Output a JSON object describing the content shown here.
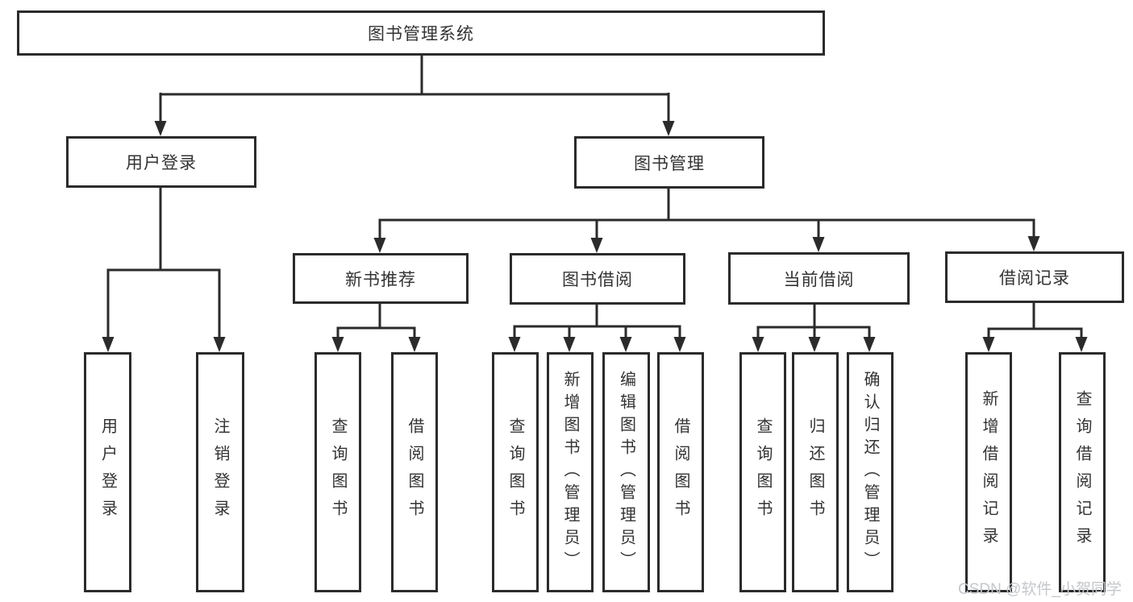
{
  "diagram": {
    "tree": {
      "label": "图书管理系统",
      "children": [
        {
          "label": "用户登录",
          "children": [
            {
              "label": "用户登录"
            },
            {
              "label": "注销登录"
            }
          ]
        },
        {
          "label": "图书管理",
          "children": [
            {
              "label": "新书推荐",
              "children": [
                {
                  "label": "查询图书"
                },
                {
                  "label": "借阅图书"
                }
              ]
            },
            {
              "label": "图书借阅",
              "children": [
                {
                  "label": "查询图书"
                },
                {
                  "label": "新增图书（管理员）"
                },
                {
                  "label": "编辑图书（管理员）"
                },
                {
                  "label": "借阅图书"
                }
              ]
            },
            {
              "label": "当前借阅",
              "children": [
                {
                  "label": "查询图书"
                },
                {
                  "label": "归还图书"
                },
                {
                  "label": "确认归还（管理员）"
                }
              ]
            },
            {
              "label": "借阅记录",
              "children": [
                {
                  "label": "新增借阅记录"
                },
                {
                  "label": "查询借阅记录"
                }
              ]
            }
          ]
        }
      ]
    }
  },
  "watermark": {
    "text": "CSDN @软件_小贺同学"
  },
  "colors": {
    "line": "#2b2b2b",
    "text": "#333333",
    "watermark": "#c4c7cb",
    "background": "#ffffff"
  }
}
